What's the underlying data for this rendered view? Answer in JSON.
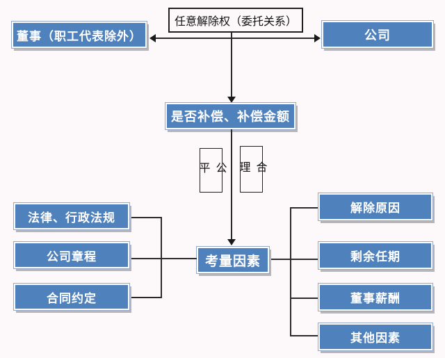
{
  "diagram": {
    "title_box": "任意解除权（委托关系）",
    "top_left_node": "董事（职工代表除外）",
    "top_right_node": "公司",
    "decision_node": "是否补偿、补偿金额",
    "criteria": {
      "fair": "公平",
      "reasonable": "合理"
    },
    "center_node": "考量因素",
    "left_factors": [
      "法律、行政法规",
      "公司章程",
      "合同约定"
    ],
    "right_factors": [
      "解除原因",
      "剩余任期",
      "董事薪酬",
      "其他因素"
    ],
    "colors": {
      "node_fill": "#4f81bd",
      "node_text": "#ffffff",
      "node_shadow": "#b6b6ba",
      "line": "#2a2a2a",
      "background": "#fdf9fb"
    }
  }
}
